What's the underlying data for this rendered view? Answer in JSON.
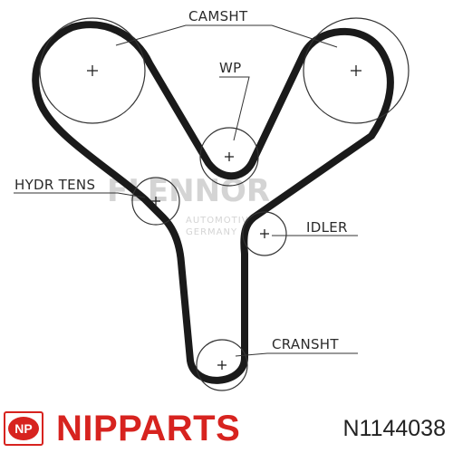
{
  "labels": {
    "camsht": "CAMSHT",
    "wp": "WP",
    "hydr_tens": "HYDR TENS",
    "idler": "IDLER",
    "cransht": "CRANSHT"
  },
  "watermark": {
    "brand": "FLENNOR",
    "line1": "AUTOMOTIVE",
    "line2": "GERMANY"
  },
  "footer": {
    "logo_text": "NP",
    "brand": "NIPPARTS",
    "part_number": "N1144038"
  },
  "colors": {
    "belt": "#1a1a1a",
    "brand_red": "#d7231f"
  },
  "icons": {
    "logo": "np-badge-icon",
    "pulley_center": "plus-icon"
  }
}
